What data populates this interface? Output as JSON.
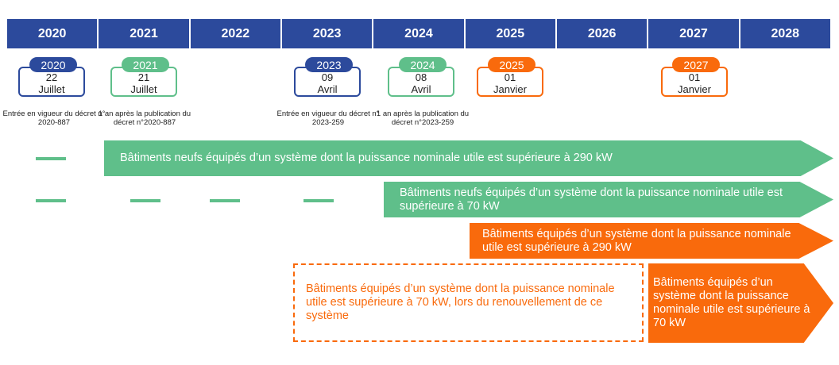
{
  "timeline": {
    "years": [
      "2020",
      "2021",
      "2022",
      "2023",
      "2024",
      "2025",
      "2026",
      "2027",
      "2028"
    ]
  },
  "events": [
    {
      "year": "2020",
      "day": "22",
      "month": "Juillet",
      "color": "#2c4a9c",
      "caption": "Entrée en vigueur du décret n° 2020-887"
    },
    {
      "year": "2021",
      "day": "21",
      "month": "Juillet",
      "color": "#5fbf8a",
      "caption": "1 an après la publication du décret n°2020-887"
    },
    {
      "year": "2023",
      "day": "09",
      "month": "Avril",
      "color": "#2c4a9c",
      "caption": "Entrée en vigueur du décret n° 2023-259"
    },
    {
      "year": "2024",
      "day": "08",
      "month": "Avril",
      "color": "#5fbf8a",
      "caption": "1 an après la publication du décret n°2023-259"
    },
    {
      "year": "2025",
      "day": "01",
      "month": "Janvier",
      "color": "#f96a0c",
      "caption": ""
    },
    {
      "year": "2027",
      "day": "01",
      "month": "Janvier",
      "color": "#f96a0c",
      "caption": ""
    }
  ],
  "arrows": [
    {
      "text": "Bâtiments neufs équipés d’un système dont la puissance nominale utile est supérieure à 290 kW",
      "color": "#5fbf8a"
    },
    {
      "text": "Bâtiments neufs équipés d’un système dont la puissance nominale utile est supérieure à 70 kW",
      "color": "#5fbf8a"
    },
    {
      "text": "Bâtiments équipés d’un système dont la puissance nominale utile est supérieure à 290 kW",
      "color": "#f96a0c"
    },
    {
      "text": "Bâtiments équipés d’un système dont la puissance nominale utile est supérieure à 70 kW",
      "color": "#f96a0c"
    }
  ],
  "dashed_note": {
    "text": "Bâtiments équipés d’un système dont la puissance nominale utile est supérieure à 70 kW, lors du renouvellement de ce système",
    "color": "#f96a0c"
  }
}
